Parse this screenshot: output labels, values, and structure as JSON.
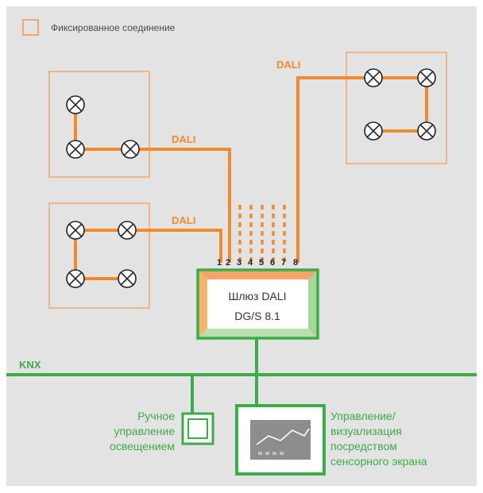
{
  "legend": {
    "label": "Фиксированное соединение"
  },
  "dali_labels": {
    "top_right": "DALI",
    "middle_left": "DALI",
    "lower_left": "DALI"
  },
  "channels": [
    "1",
    "2",
    "3",
    "4",
    "5",
    "6",
    "7",
    "8"
  ],
  "gateway": {
    "line1": "Шлюз DALI",
    "line2": "DG/S 8.1"
  },
  "bus": {
    "label": "KNX"
  },
  "manual_control": {
    "line1": "Ручное",
    "line2": "управление",
    "line3": "освещением"
  },
  "touch_panel": {
    "line1": "Управление/",
    "line2": "визуализация",
    "line3": "посредством",
    "line4": "сенсорного экрана"
  },
  "colors": {
    "background": "#e3e3e3",
    "dali_orange": "#f08a2c",
    "knx_green": "#3cab4a",
    "group_border": "#f4a66a"
  }
}
